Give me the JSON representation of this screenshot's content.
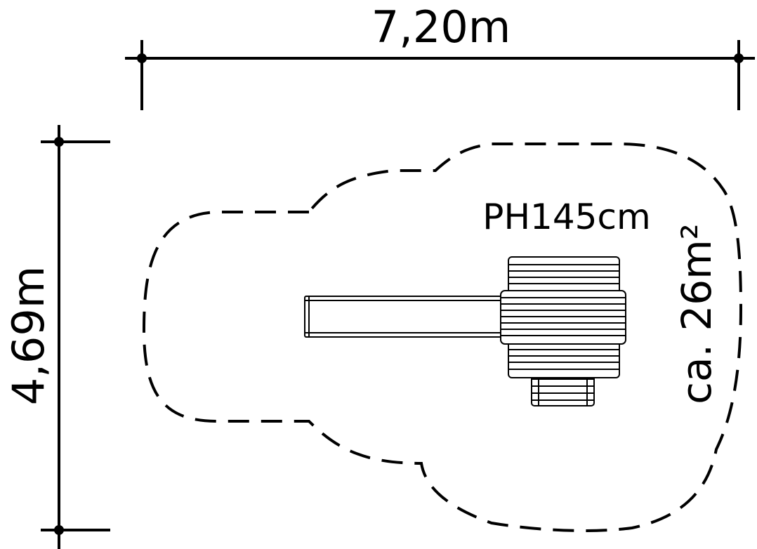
{
  "dimensions": {
    "width": "7,20m",
    "depth": "4,69m"
  },
  "labels": {
    "platform_height": "PH145cm",
    "area": "ca. 26m²"
  },
  "colors": {
    "line": "#000000",
    "background": "#ffffff"
  }
}
